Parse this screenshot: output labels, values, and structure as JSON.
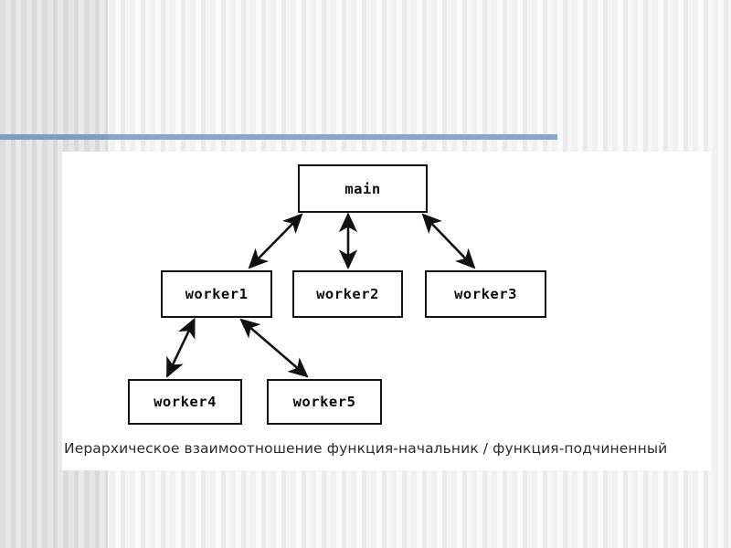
{
  "slide": {
    "background_color": "#f4f4f4",
    "accent_rule_color": "#8ba7c7",
    "panel_color": "#ffffff"
  },
  "figure": {
    "caption": "Иерархическое взаимоотношение функция-начальник / функция-подчиненный",
    "nodes": [
      {
        "id": "main",
        "label": "main"
      },
      {
        "id": "worker1",
        "label": "worker1"
      },
      {
        "id": "worker2",
        "label": "worker2"
      },
      {
        "id": "worker3",
        "label": "worker3"
      },
      {
        "id": "worker4",
        "label": "worker4"
      },
      {
        "id": "worker5",
        "label": "worker5"
      }
    ],
    "edges": [
      {
        "from": "main",
        "to": "worker1",
        "style": "double-arrow"
      },
      {
        "from": "main",
        "to": "worker2",
        "style": "double-arrow"
      },
      {
        "from": "main",
        "to": "worker3",
        "style": "double-arrow"
      },
      {
        "from": "worker1",
        "to": "worker4",
        "style": "double-arrow"
      },
      {
        "from": "worker1",
        "to": "worker5",
        "style": "double-arrow"
      }
    ],
    "line_color": "#111111"
  }
}
